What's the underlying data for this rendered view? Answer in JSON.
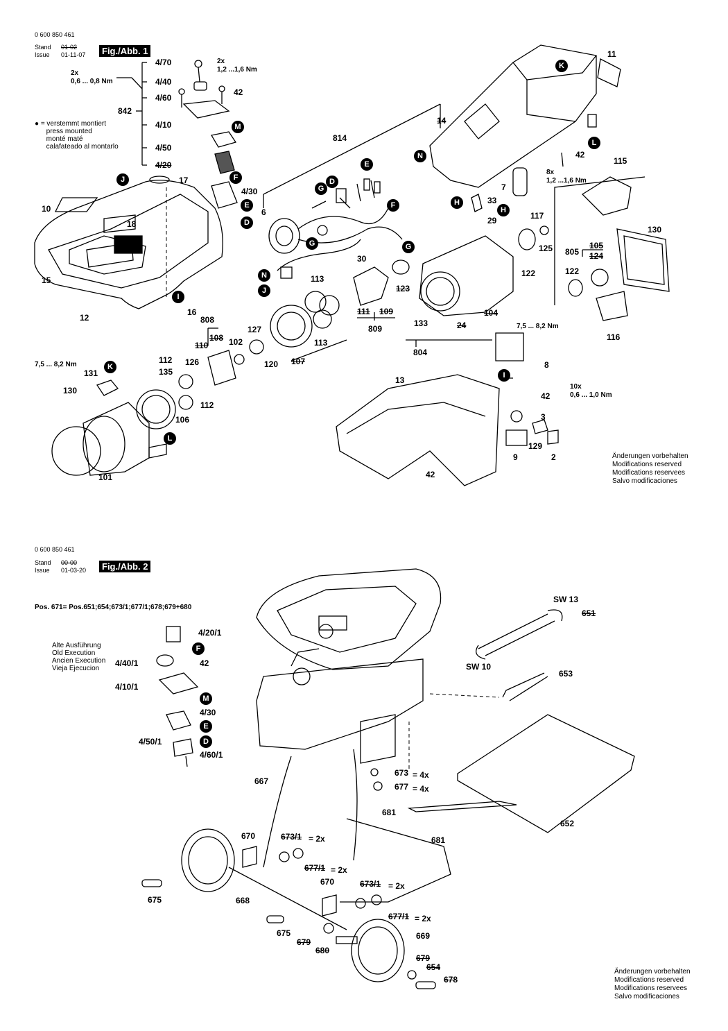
{
  "sheet1": {
    "part_no": "0 600 850 461",
    "stand_label": "Stand",
    "stand_value": "01-02",
    "issue_label": "Issue",
    "issue_value": "01-11-07",
    "fig_label": "Fig./Abb. 1",
    "torque_top": "2x\n1,2 ...1,6 Nm",
    "torque_left": "2x\n0,6 ... 0,8 Nm",
    "press_note": "● = verstemmt montiert\n      press mounted\n      monté maté\n      calafateado al montarlo",
    "torque_8x": "8x\n1,2 ...1,6 Nm",
    "torque_75_a": "7,5 ... 8,2 Nm",
    "torque_75_b": "7,5 ... 8,2 Nm",
    "torque_10x": "10x\n0,6 ... 1,0 Nm",
    "changes_note": "Änderungen vorbehalten\nModifications reserved\nModifications reservees\nSalvo modificaciones",
    "labels": {
      "p4_70": "4/70",
      "p4_40": "4/40",
      "p4_60": "4/60",
      "p842": "842",
      "p4_10": "4/10",
      "p4_50": "4/50",
      "p4_20": "4/20",
      "p4_30": "4/30",
      "p42a": "42",
      "p17": "17",
      "p10": "10",
      "p18": "18",
      "p15": "15",
      "p16": "16",
      "p12": "12",
      "p6": "6",
      "p30": "30",
      "p814": "814",
      "p14": "14",
      "p11": "11",
      "p42b": "42",
      "p115": "115",
      "p7": "7",
      "p33": "33",
      "p29": "29",
      "p117": "117",
      "p125": "125",
      "p130a": "130",
      "p805": "805",
      "p105": "105",
      "p124": "124",
      "p122a": "122",
      "p122b": "122",
      "p116": "116",
      "p113a": "113",
      "p113b": "113",
      "p123": "123",
      "p111": "111",
      "p109": "109",
      "p809": "809",
      "p133": "133",
      "p104": "104",
      "p24": "24",
      "p804": "804",
      "p127": "127",
      "p808": "808",
      "p108": "108",
      "p110": "110",
      "p102": "102",
      "p120": "120",
      "p107": "107",
      "p8": "8",
      "p112a": "112",
      "p126": "126",
      "p135": "135",
      "p112b": "112",
      "p106": "106",
      "p131": "131",
      "p130b": "130",
      "p101": "101",
      "p13": "13",
      "p42c": "42",
      "p3": "3",
      "p129": "129",
      "p2": "2",
      "p9": "9",
      "p42d": "42"
    },
    "badges": [
      "K",
      "N",
      "L",
      "M",
      "F",
      "E",
      "D",
      "G",
      "D",
      "E",
      "F",
      "G",
      "H",
      "H",
      "G",
      "N",
      "J",
      "I",
      "I",
      "K",
      "L",
      "J",
      "M"
    ]
  },
  "sheet2": {
    "part_no": "0 600 850 461",
    "stand_label": "Stand",
    "stand_value": "00-00",
    "issue_label": "Issue",
    "issue_value": "01-03-20",
    "fig_label": "Fig./Abb. 2",
    "pos_note": "Pos. 671= Pos.651;654;673/1;677/1;678;679+680",
    "old_exec": "Alte Ausführung\nOld Execution\nAncien Execution\nVieja Ejecucion",
    "changes_note": "Änderungen vorbehalten\nModifications reserved\nModifications reservees\nSalvo modificaciones",
    "labels": {
      "p4_20_1": "4/20/1",
      "p4_40_1": "4/40/1",
      "p42": "42",
      "p4_10_1": "4/10/1",
      "p4_30": "4/30",
      "p4_50_1": "4/50/1",
      "p4_60_1": "4/60/1",
      "sw13": "SW 13",
      "p651": "651",
      "sw10": "SW 10",
      "p653": "653",
      "p673": "673",
      "q673": "= 4x",
      "p677": "677",
      "q677": "= 4x",
      "p667": "667",
      "p681a": "681",
      "p681b": "681",
      "p652": "652",
      "p670a": "670",
      "p673_1a": "673/1",
      "q673_1a": "= 2x",
      "p677_1a": "677/1",
      "q677_1a": "= 2x",
      "p670b": "670",
      "p673_1b": "673/1",
      "q673_1b": "= 2x",
      "p675a": "675",
      "p668": "668",
      "p677_1b": "677/1",
      "q677_1b": "= 2x",
      "p675b": "675",
      "p669": "669",
      "p679a": "679",
      "p680": "680",
      "p679b": "679",
      "p654": "654",
      "p678": "678"
    },
    "badges": [
      "F",
      "M",
      "E",
      "D"
    ]
  }
}
